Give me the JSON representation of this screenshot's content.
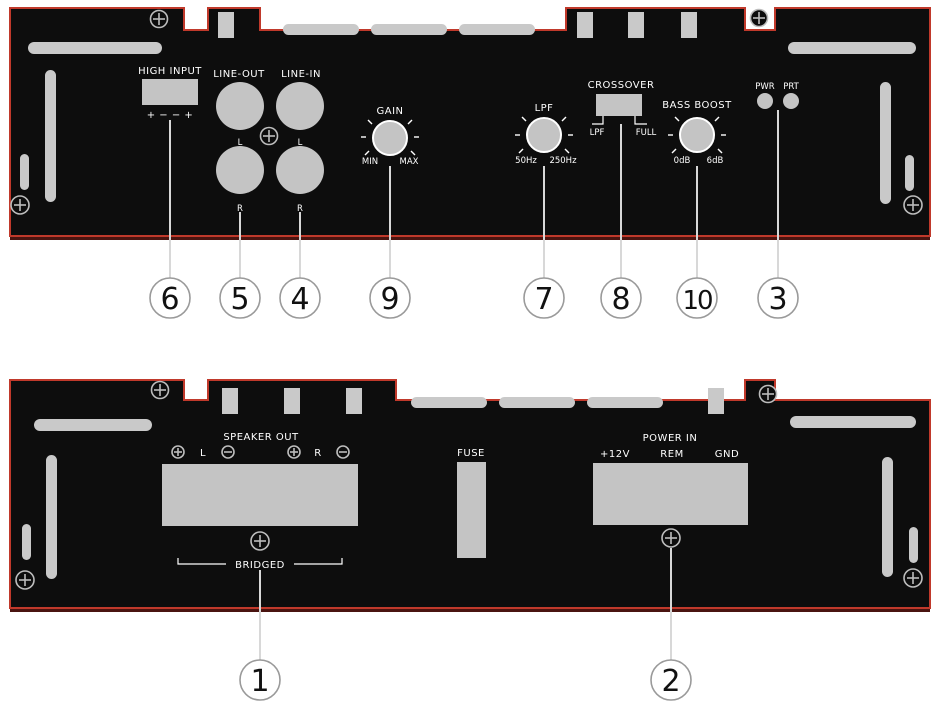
{
  "top_panel": {
    "high_input": "HIGH INPUT",
    "high_input_polarity": "+ − − +",
    "line_out": "LINE-OUT",
    "line_in": "LINE-IN",
    "left": "L",
    "right": "R",
    "gain": "GAIN",
    "gain_min": "MIN",
    "gain_max": "MAX",
    "lpf": "LPF",
    "lpf_min": "50Hz",
    "lpf_max": "250Hz",
    "crossover": "CROSSOVER",
    "crossover_lpf": "LPF",
    "crossover_full": "FULL",
    "bass_boost": "BASS BOOST",
    "bass_min": "0dB",
    "bass_max": "6dB",
    "pwr": "PWR",
    "prt": "PRT"
  },
  "bottom_panel": {
    "speaker_out": "SPEAKER OUT",
    "left": "L",
    "right": "R",
    "bridged": "BRIDGED",
    "fuse": "FUSE",
    "power_in": "POWER IN",
    "plus12v": "+12V",
    "rem": "REM",
    "gnd": "GND"
  },
  "callouts": [
    "6",
    "5",
    "4",
    "9",
    "7",
    "8",
    "10",
    "3",
    "1",
    "2"
  ]
}
